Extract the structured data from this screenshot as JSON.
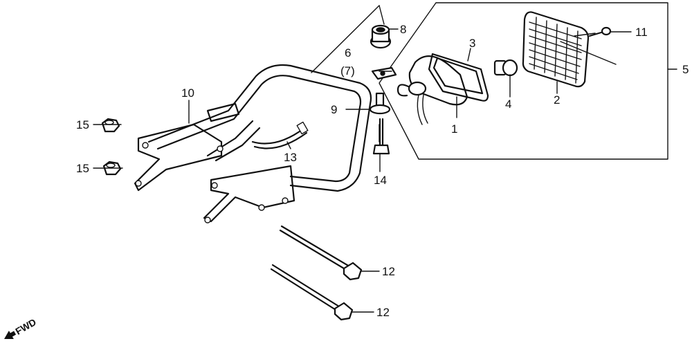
{
  "callouts": {
    "c1": "1",
    "c2": "2",
    "c3": "3",
    "c4": "4",
    "c5": "5",
    "c6": "6",
    "c7": "(7)",
    "c8": "8",
    "c9": "9",
    "c10": "10",
    "c11": "11",
    "c12a": "12",
    "c12b": "12",
    "c13": "13",
    "c14": "14",
    "c15a": "15",
    "c15b": "15"
  },
  "direction": {
    "label": "FWD",
    "icon": "arrow-forward-icon"
  }
}
